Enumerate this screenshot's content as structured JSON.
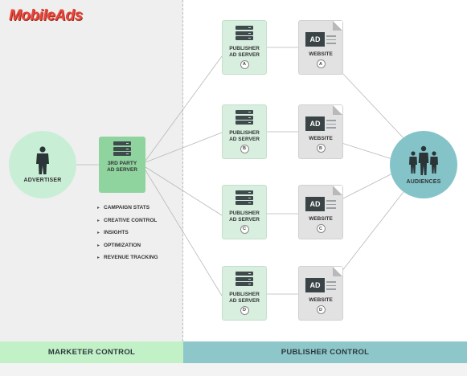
{
  "brand": {
    "logo_text": "MobileAds",
    "accent_color": "#e8473a"
  },
  "nodes": {
    "advertiser": {
      "label": "ADVERTISER",
      "icon": "person-silhouette-icon",
      "color": "#c9eed6"
    },
    "third_party_server": {
      "label_line1": "3RD PARTY",
      "label_line2": "AD SERVER",
      "icon": "server-icon",
      "color": "#8fd39f"
    },
    "audiences": {
      "label": "AUDIENCES",
      "icon": "people-group-icon",
      "color": "#84c4c9"
    },
    "publisher_servers": [
      {
        "label_line1": "PUBLISHER",
        "label_line2": "AD SERVER",
        "badge": "A"
      },
      {
        "label_line1": "PUBLISHER",
        "label_line2": "AD SERVER",
        "badge": "B"
      },
      {
        "label_line1": "PUBLISHER",
        "label_line2": "AD SERVER",
        "badge": "C"
      },
      {
        "label_line1": "PUBLISHER",
        "label_line2": "AD SERVER",
        "badge": "D"
      }
    ],
    "websites": [
      {
        "label": "WEBSITE",
        "ad_tag": "AD",
        "badge": "A"
      },
      {
        "label": "WEBSITE",
        "ad_tag": "AD",
        "badge": "B"
      },
      {
        "label": "WEBSITE",
        "ad_tag": "AD",
        "badge": "C"
      },
      {
        "label": "WEBSITE",
        "ad_tag": "AD",
        "badge": "D"
      }
    ]
  },
  "features": [
    "CAMPAIGN STATS",
    "CREATIVE CONTROL",
    "INSIGHTS",
    "OPTIMIZATION",
    "REVENUE TRACKING"
  ],
  "footer": {
    "left_label": "MARKETER CONTROL",
    "right_label": "PUBLISHER CONTROL",
    "left_color": "#c2f0c7",
    "right_color": "#8ec7ca"
  }
}
